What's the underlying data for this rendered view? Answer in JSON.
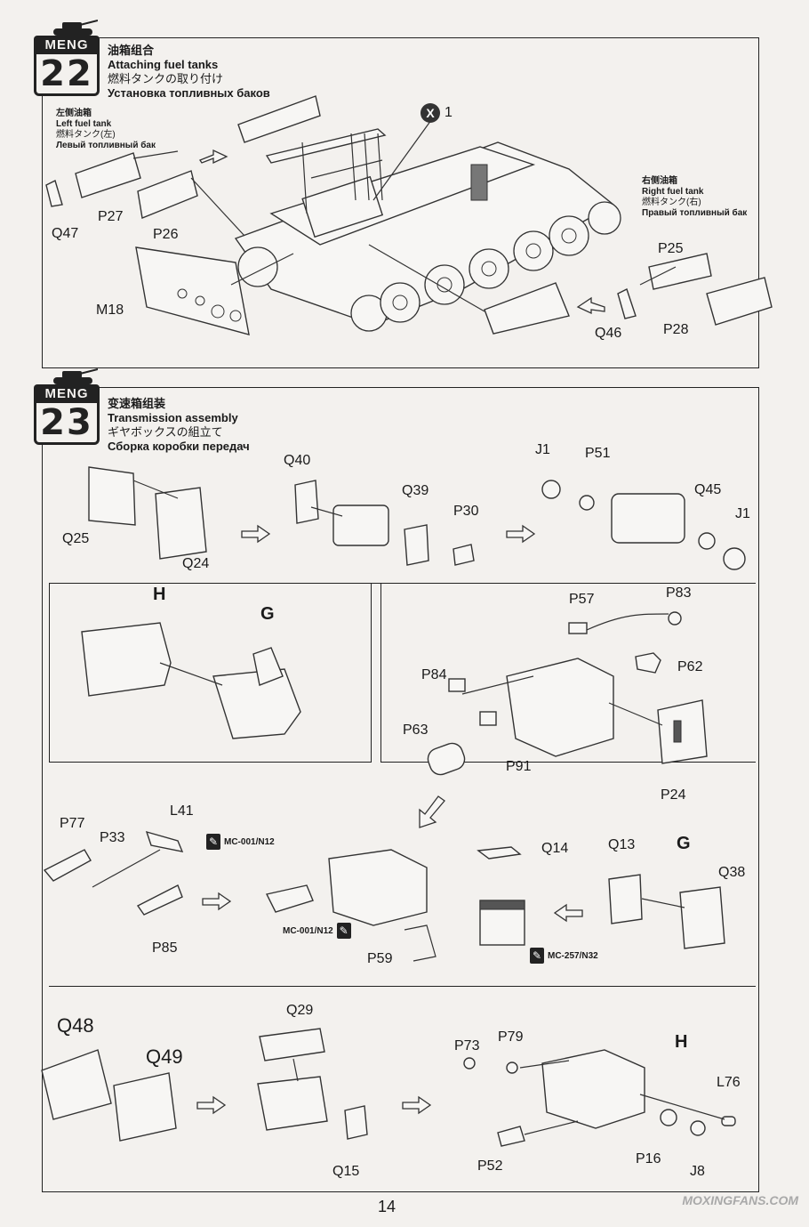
{
  "steps": [
    {
      "brand": "MENG",
      "number": "22",
      "title_cn": "油箱组合",
      "title_en": "Attaching fuel tanks",
      "title_jp": "燃料タンクの取り付け",
      "title_ru": "Установка топливных баков"
    },
    {
      "brand": "MENG",
      "number": "23",
      "title_cn": "变速箱组装",
      "title_en": "Transmission assembly",
      "title_jp": "ギヤボックスの組立て",
      "title_ru": "Сборка коробки передач"
    }
  ],
  "step22": {
    "left_tank": {
      "cn": "左侧油箱",
      "en": "Left fuel tank",
      "jp": "燃料タンク(左)",
      "ru": "Левый топливный бак"
    },
    "right_tank": {
      "cn": "右侧油箱",
      "en": "Right fuel tank",
      "jp": "燃料タンク(右)",
      "ru": "Правый топливный бак"
    },
    "x_mark": "X",
    "x_count": "1",
    "parts": [
      "Q47",
      "P27",
      "P26",
      "M18",
      "P25",
      "Q46",
      "P28"
    ]
  },
  "step23": {
    "row1": [
      "Q25",
      "Q24",
      "Q40",
      "Q39",
      "P30",
      "J1",
      "P51",
      "Q45",
      "J1"
    ],
    "box_h": [
      "H",
      "G"
    ],
    "box_right": [
      "P57",
      "P83",
      "P84",
      "P62",
      "P63",
      "P91",
      "P24"
    ],
    "row3": [
      "L41",
      "P77",
      "P33",
      "P85",
      "Q14",
      "Q13",
      "G",
      "Q38",
      "P59"
    ],
    "paint": [
      "MC-001/N12",
      "MC-001/N12",
      "MC-257/N32"
    ],
    "row4": [
      "Q48",
      "Q49",
      "Q29",
      "Q15",
      "P73",
      "P79",
      "H",
      "L76",
      "P52",
      "P16",
      "J8"
    ]
  },
  "page_number": "14",
  "watermark": "MOXINGFANS.COM"
}
